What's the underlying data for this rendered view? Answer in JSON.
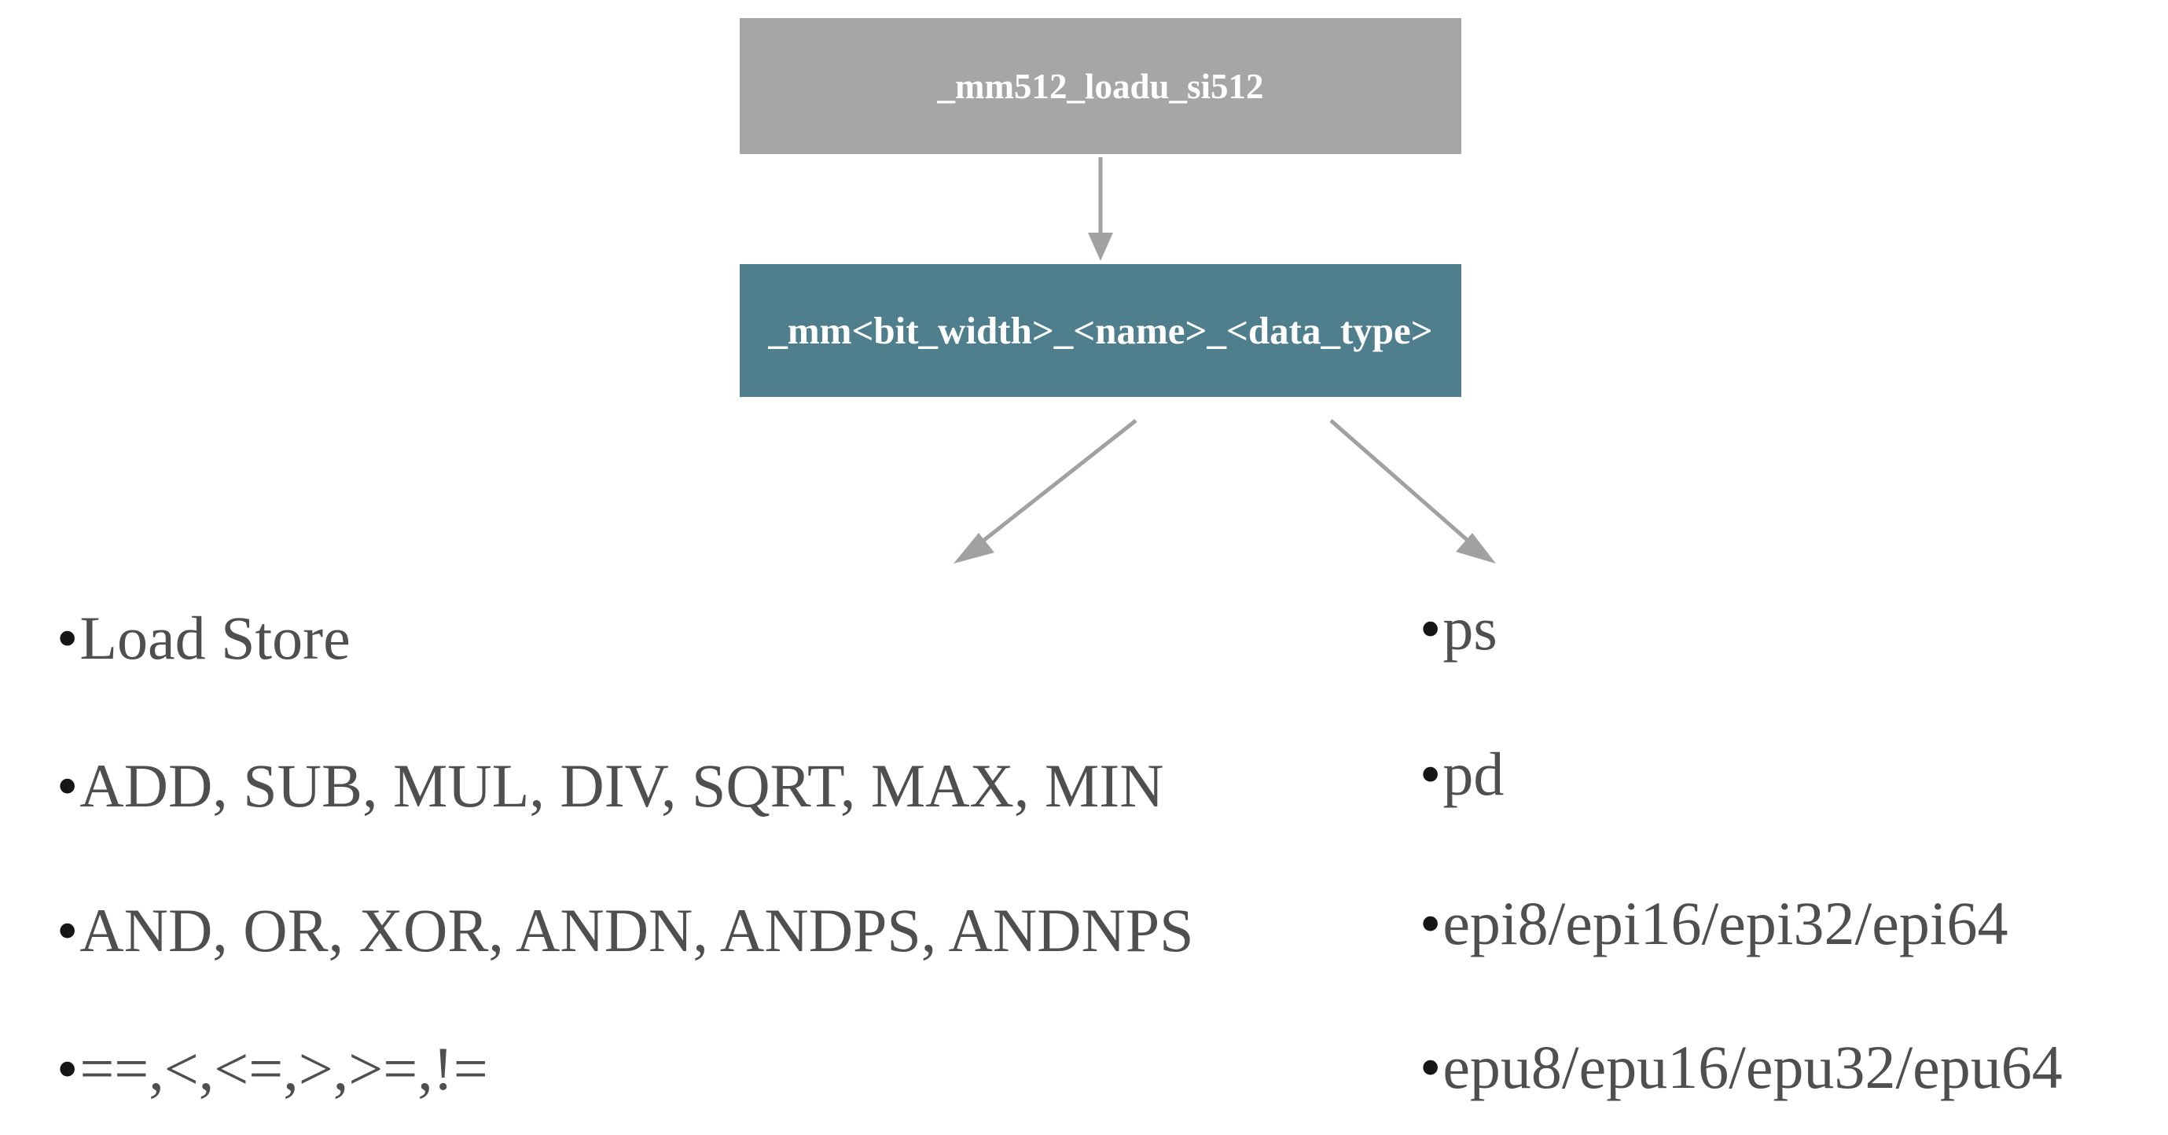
{
  "colors": {
    "root_box_bg": "#a6a6a6",
    "pattern_box_bg": "#4f7e8d",
    "arrow_color": "#a1a1a1",
    "list_text_color": "#4f4f4f",
    "bullet_color": "#161616"
  },
  "diagram": {
    "bullet_char": "•",
    "root_box": {
      "label": "_mm512_loadu_si512"
    },
    "pattern_box": {
      "label": "_mm<bit_width>_<name>_<data_type>"
    },
    "left_list": {
      "items": [
        "Load Store",
        "ADD, SUB, MUL, DIV, SQRT, MAX, MIN",
        "AND, OR, XOR, ANDN, ANDPS, ANDNPS",
        "==,<,<=,>,>=,!="
      ]
    },
    "right_list": {
      "items": [
        "ps",
        "pd",
        "epi8/epi16/epi32/epi64",
        "epu8/epu16/epu32/epu64"
      ]
    }
  }
}
